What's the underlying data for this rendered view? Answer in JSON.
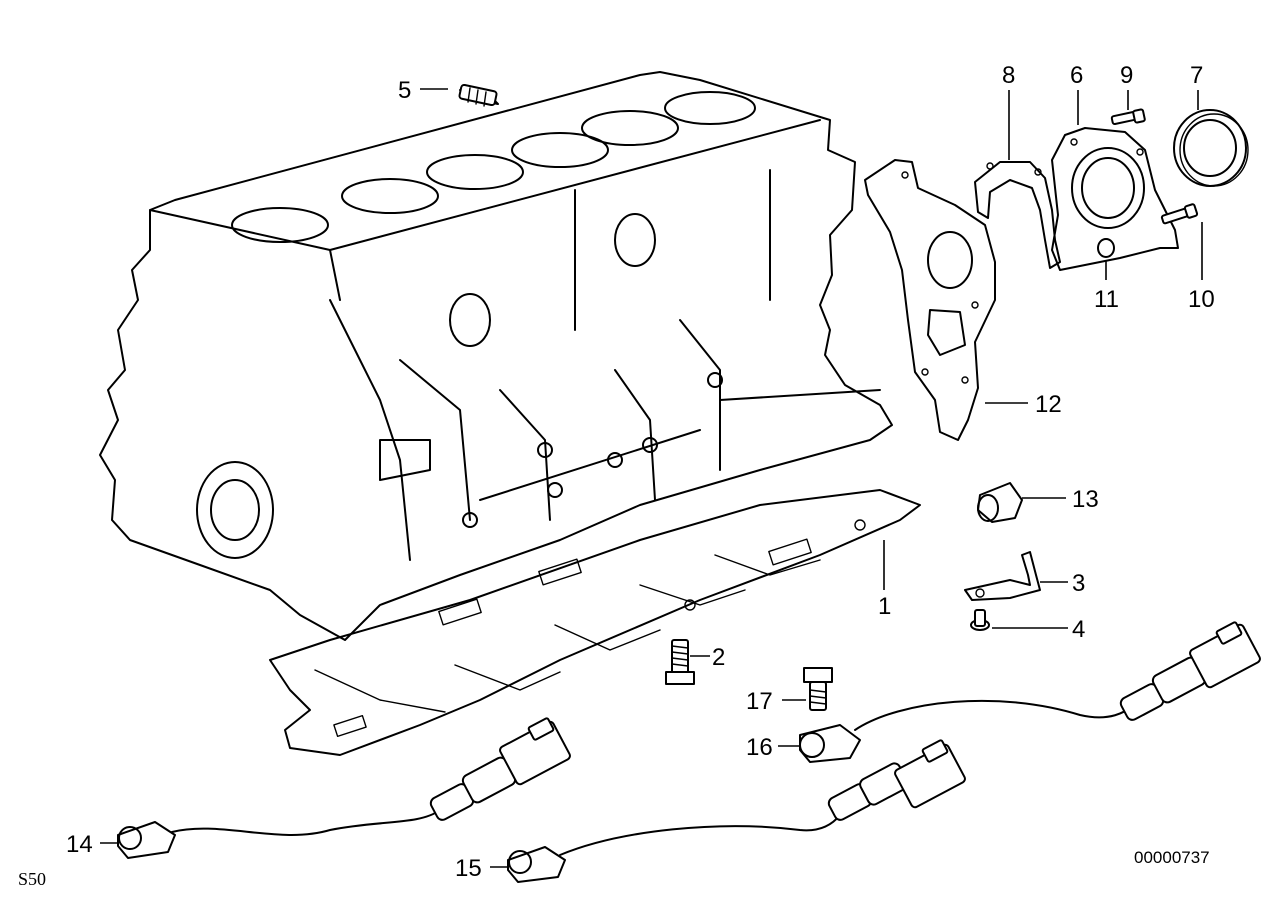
{
  "callouts": [
    {
      "id": "c1",
      "label": "1"
    },
    {
      "id": "c2",
      "label": "2"
    },
    {
      "id": "c3",
      "label": "3"
    },
    {
      "id": "c4",
      "label": "4"
    },
    {
      "id": "c5",
      "label": "5"
    },
    {
      "id": "c6",
      "label": "6"
    },
    {
      "id": "c7",
      "label": "7"
    },
    {
      "id": "c8",
      "label": "8"
    },
    {
      "id": "c9",
      "label": "9"
    },
    {
      "id": "c10",
      "label": "10"
    },
    {
      "id": "c11",
      "label": "11"
    },
    {
      "id": "c12",
      "label": "12"
    },
    {
      "id": "c13",
      "label": "13"
    },
    {
      "id": "c14",
      "label": "14"
    },
    {
      "id": "c15",
      "label": "15"
    },
    {
      "id": "c16",
      "label": "16"
    },
    {
      "id": "c17",
      "label": "17"
    }
  ],
  "footer": {
    "section_code": "S50",
    "diagram_number": "00000737"
  }
}
